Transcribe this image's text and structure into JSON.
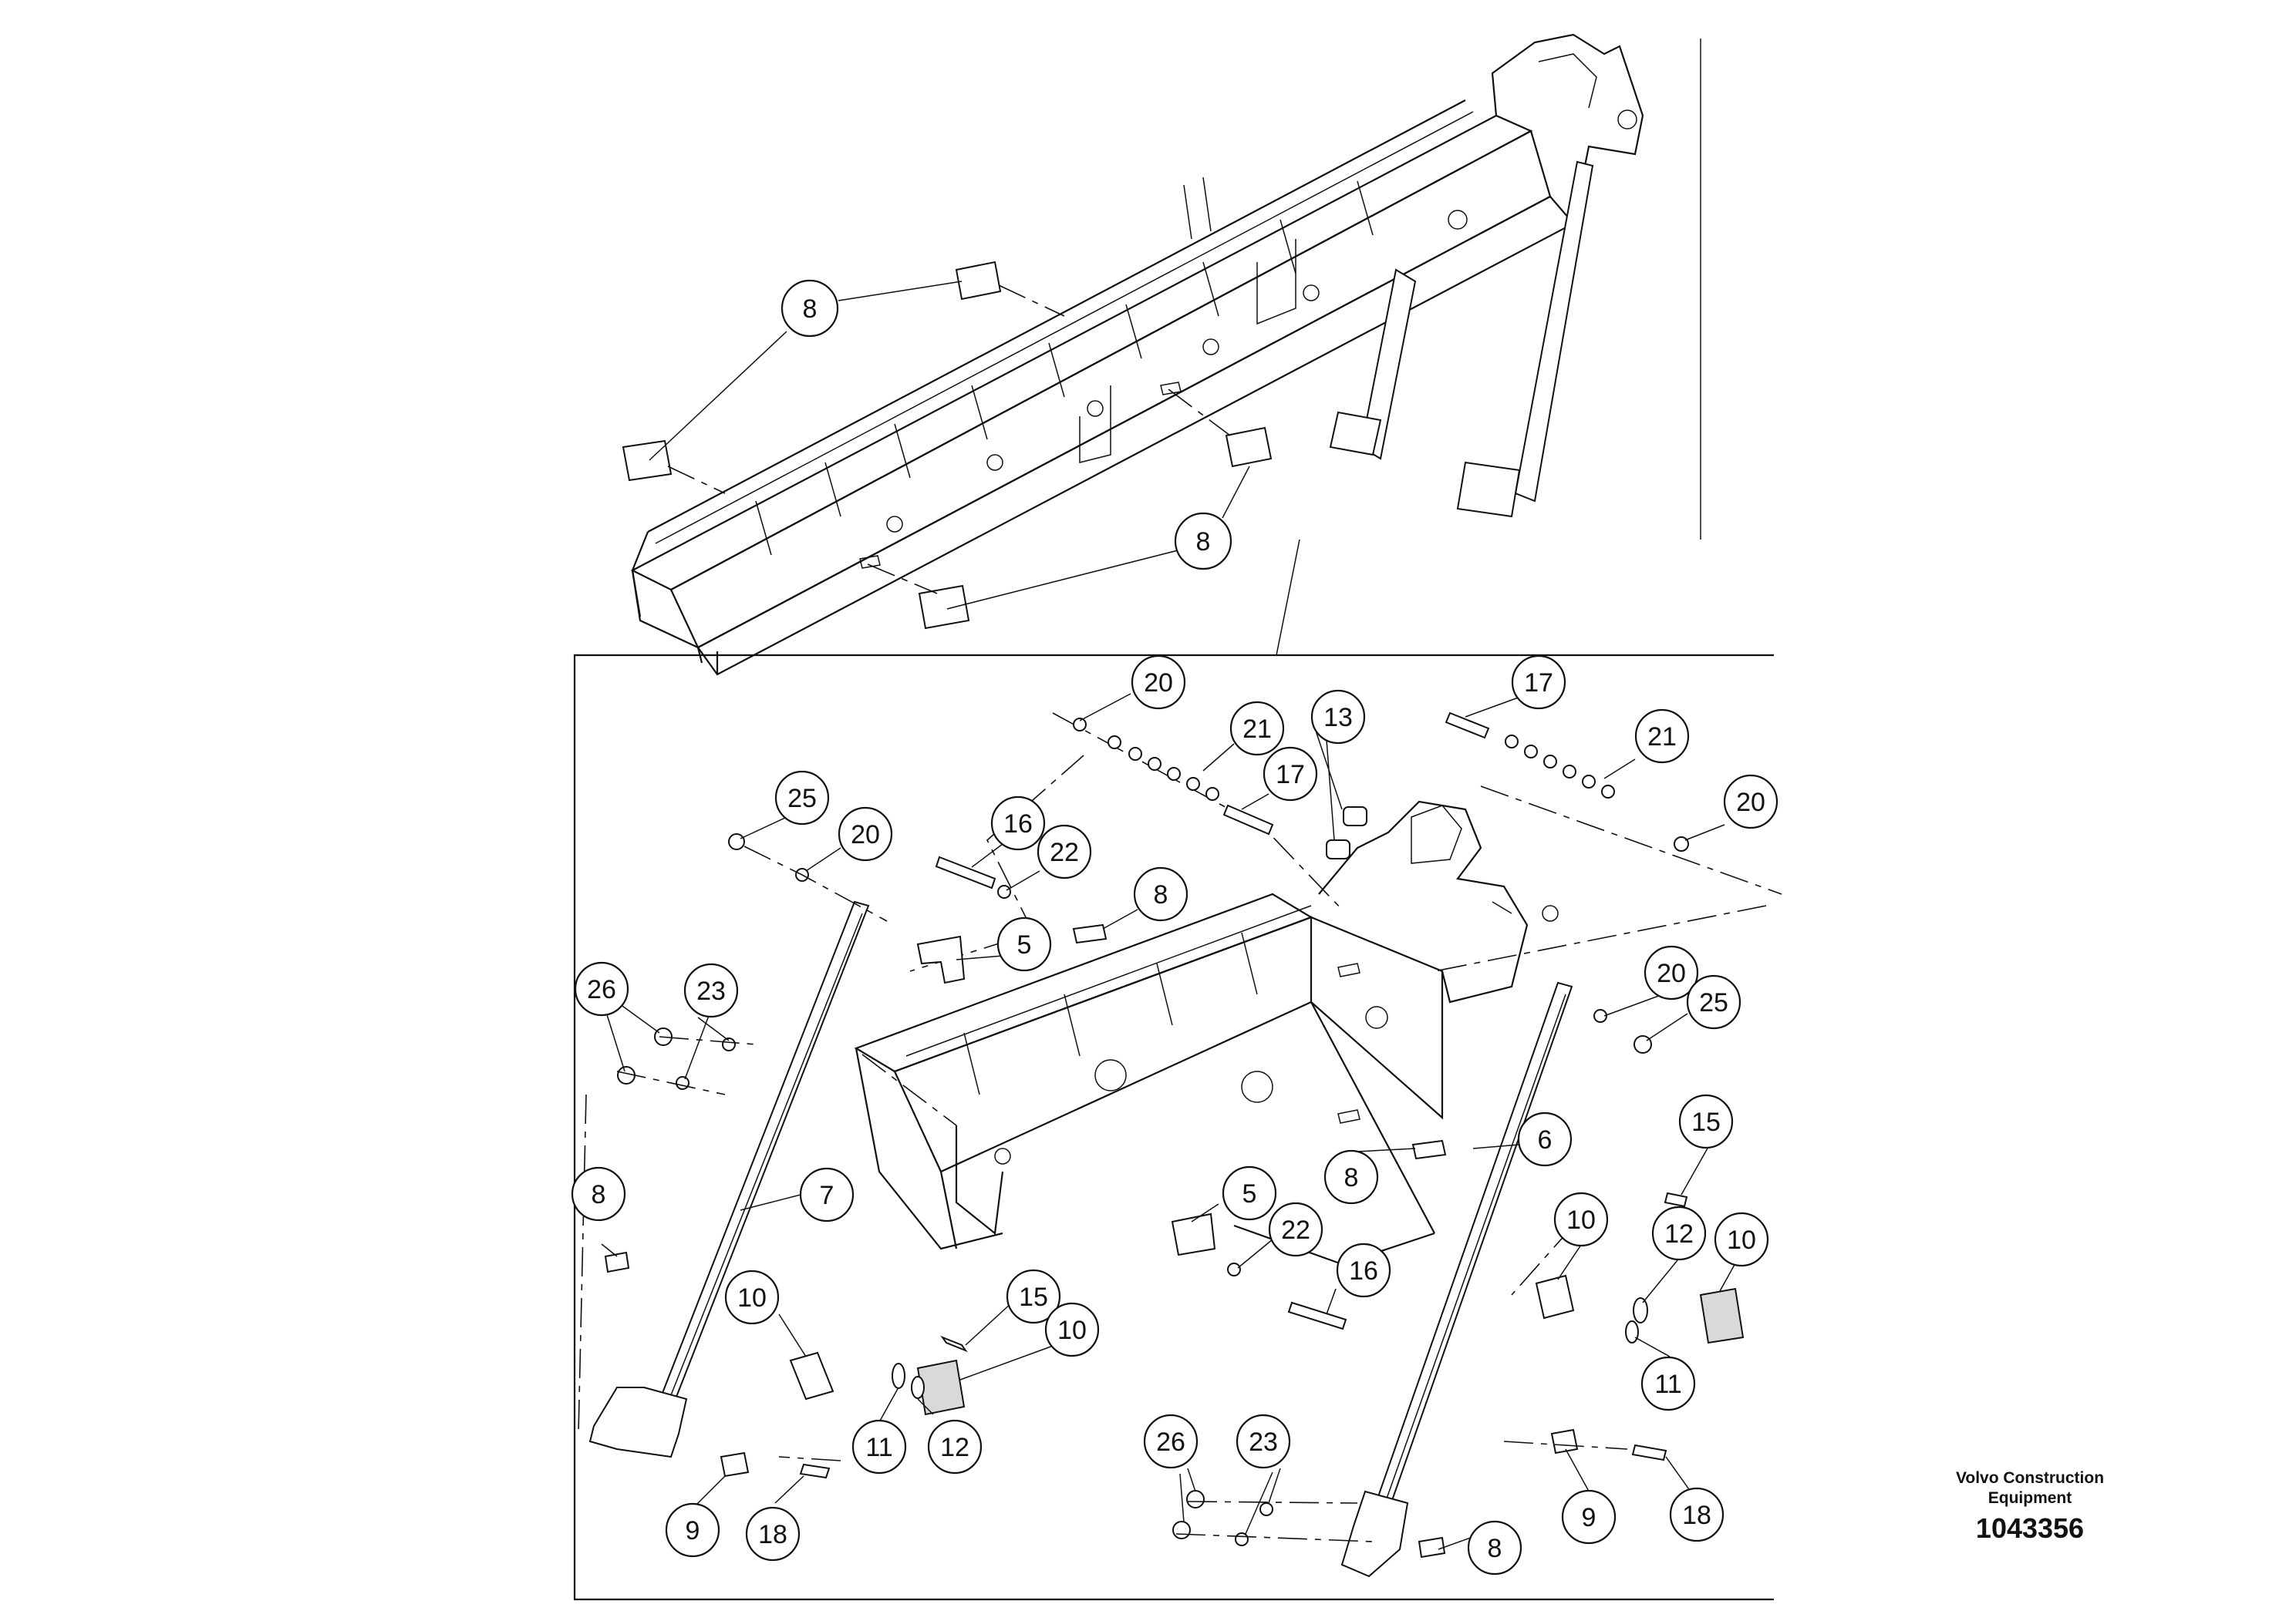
{
  "manufacturer": {
    "line1": "Volvo Construction",
    "line2": "Equipment"
  },
  "drawing_number": "1043356",
  "callouts": {
    "c8a": "8",
    "c8b": "8",
    "c8c": "8",
    "c8d": "8",
    "c8e": "8",
    "c8f": "8",
    "c20a": "20",
    "c20b": "20",
    "c20c": "20",
    "c20d": "20",
    "c21a": "21",
    "c21b": "21",
    "c17a": "17",
    "c17b": "17",
    "c13": "13",
    "c25a": "25",
    "c25b": "25",
    "c16a": "16",
    "c16b": "16",
    "c22a": "22",
    "c22b": "22",
    "c5a": "5",
    "c5b": "5",
    "c26a": "26",
    "c26b": "26",
    "c23a": "23",
    "c23b": "23",
    "c7": "7",
    "c6": "6",
    "c15a": "15",
    "c15b": "15",
    "c10a": "10",
    "c10b": "10",
    "c10c": "10",
    "c10d": "10",
    "c12a": "12",
    "c12b": "12",
    "c11a": "11",
    "c11b": "11",
    "c9a": "9",
    "c9b": "9",
    "c18a": "18",
    "c18b": "18"
  }
}
